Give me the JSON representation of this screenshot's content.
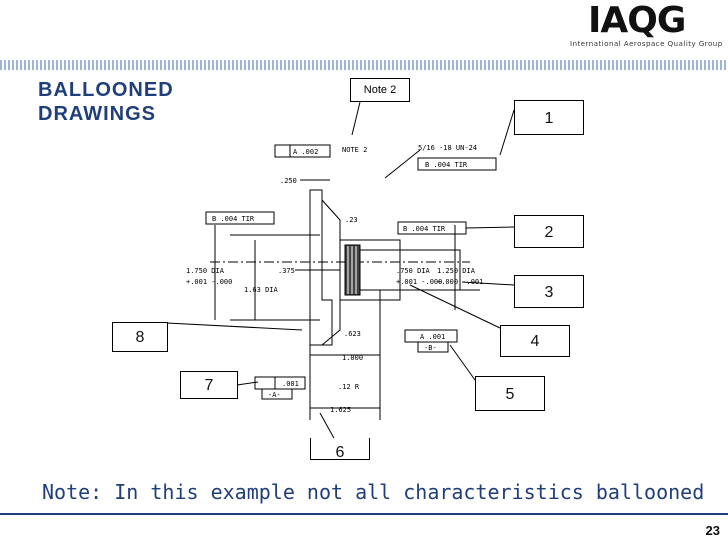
{
  "logo": {
    "mark": "IAQG",
    "subtitle": "International Aerospace Quality Group"
  },
  "title": "BALLOONED\nDRAWINGS",
  "note_balloon": "Note 2",
  "balloons": [
    "1",
    "2",
    "3",
    "4",
    "5",
    "6",
    "7",
    "8"
  ],
  "drawing_labels": {
    "note2": "NOTE 2",
    "thread": "5/16 -18 UN-24",
    "tol_a002": "A .002",
    "tol_004tir_top": "B .004 TIR",
    "dim_250": ".250",
    "fcf_004_left": "B .004 TIR",
    "dim_23": ".23",
    "fcf_004_mid": "B .004 TIR",
    "dim_1750": "1.750 DIA",
    "dim_1750_tol": "+.001 -.000",
    "dim_375": ".375",
    "dim_163": "1.63 DIA",
    "dim_750": ".750 DIA",
    "dim_750_tol": "+.001 -.000",
    "dim_1250": "1.250 DIA",
    "dim_1250_tol": "+.000 -.001",
    "dim_623": ".623",
    "dim_1000": "1.000",
    "dim_12r": ".12 R",
    "dim_1625": "1.625",
    "fcf_a001": "A .001",
    "datum_b": "-B-",
    "fcf_flat": ".001",
    "datum_a": "-A-"
  },
  "footnote": "Note: In this example not all characteristics ballooned",
  "page_number": "23",
  "colors": {
    "title": "#1f3e7a",
    "band": "#9fb3d6"
  }
}
